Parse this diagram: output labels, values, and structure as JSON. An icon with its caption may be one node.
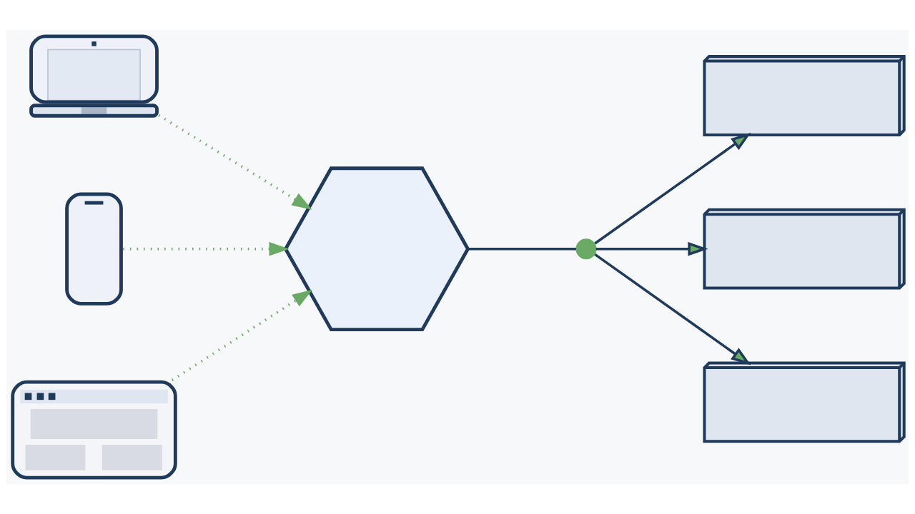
{
  "diagram": {
    "nodes": [
      {
        "text": [],
        "shape": "picture"
      },
      {
        "text": [],
        "shape": "picture"
      },
      {
        "text": [],
        "shape": "picture"
      },
      {
        "text": [],
        "shape": "hexagon"
      },
      {
        "text": [],
        "shape": "circle"
      },
      {
        "text": [],
        "shape": "box"
      },
      {
        "text": [],
        "shape": "box"
      },
      {
        "text": [],
        "shape": "box"
      }
    ],
    "edges": [
      {
        "from": 0,
        "to": 3,
        "arrow": "to",
        "style": "dashed",
        "color": "#6aaa64"
      },
      {
        "from": 1,
        "to": 3,
        "arrow": "to",
        "style": "dashed",
        "color": "#6aaa64"
      },
      {
        "from": 2,
        "to": 3,
        "arrow": "to",
        "style": "dashed",
        "color": "#6aaa64"
      },
      {
        "from": 3,
        "to": 4,
        "arrow": "none"
      },
      {
        "from": 4,
        "to": 5,
        "arrow": "to"
      },
      {
        "from": 4,
        "to": 6,
        "arrow": "to"
      },
      {
        "from": 4,
        "to": 7,
        "arrow": "to"
      }
    ]
  }
}
